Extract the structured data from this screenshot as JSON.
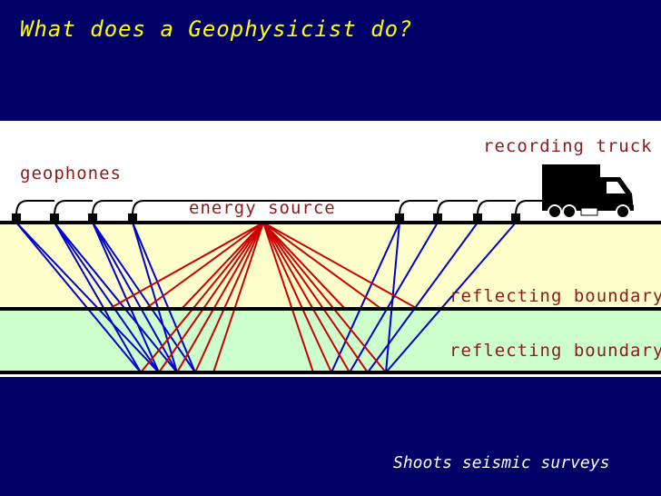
{
  "slide": {
    "title": "What does a Geophysicist do?",
    "caption": "Shoots seismic surveys"
  },
  "diagram": {
    "labels": {
      "recording_truck": "recording truck",
      "geophones": "geophones",
      "energy_source": "energy source",
      "reflecting_boundary_1": "reflecting boundary",
      "reflecting_boundary_2": "reflecting boundary"
    },
    "colors": {
      "background": "#000066",
      "title": "#ffff00",
      "label": "#8b1a1a",
      "sky": "#ffffff",
      "layer_1": "#ffffcc",
      "layer_2": "#ccffcc",
      "ray_reflected": "#0000cc",
      "ray_source": "#cc0000"
    }
  }
}
